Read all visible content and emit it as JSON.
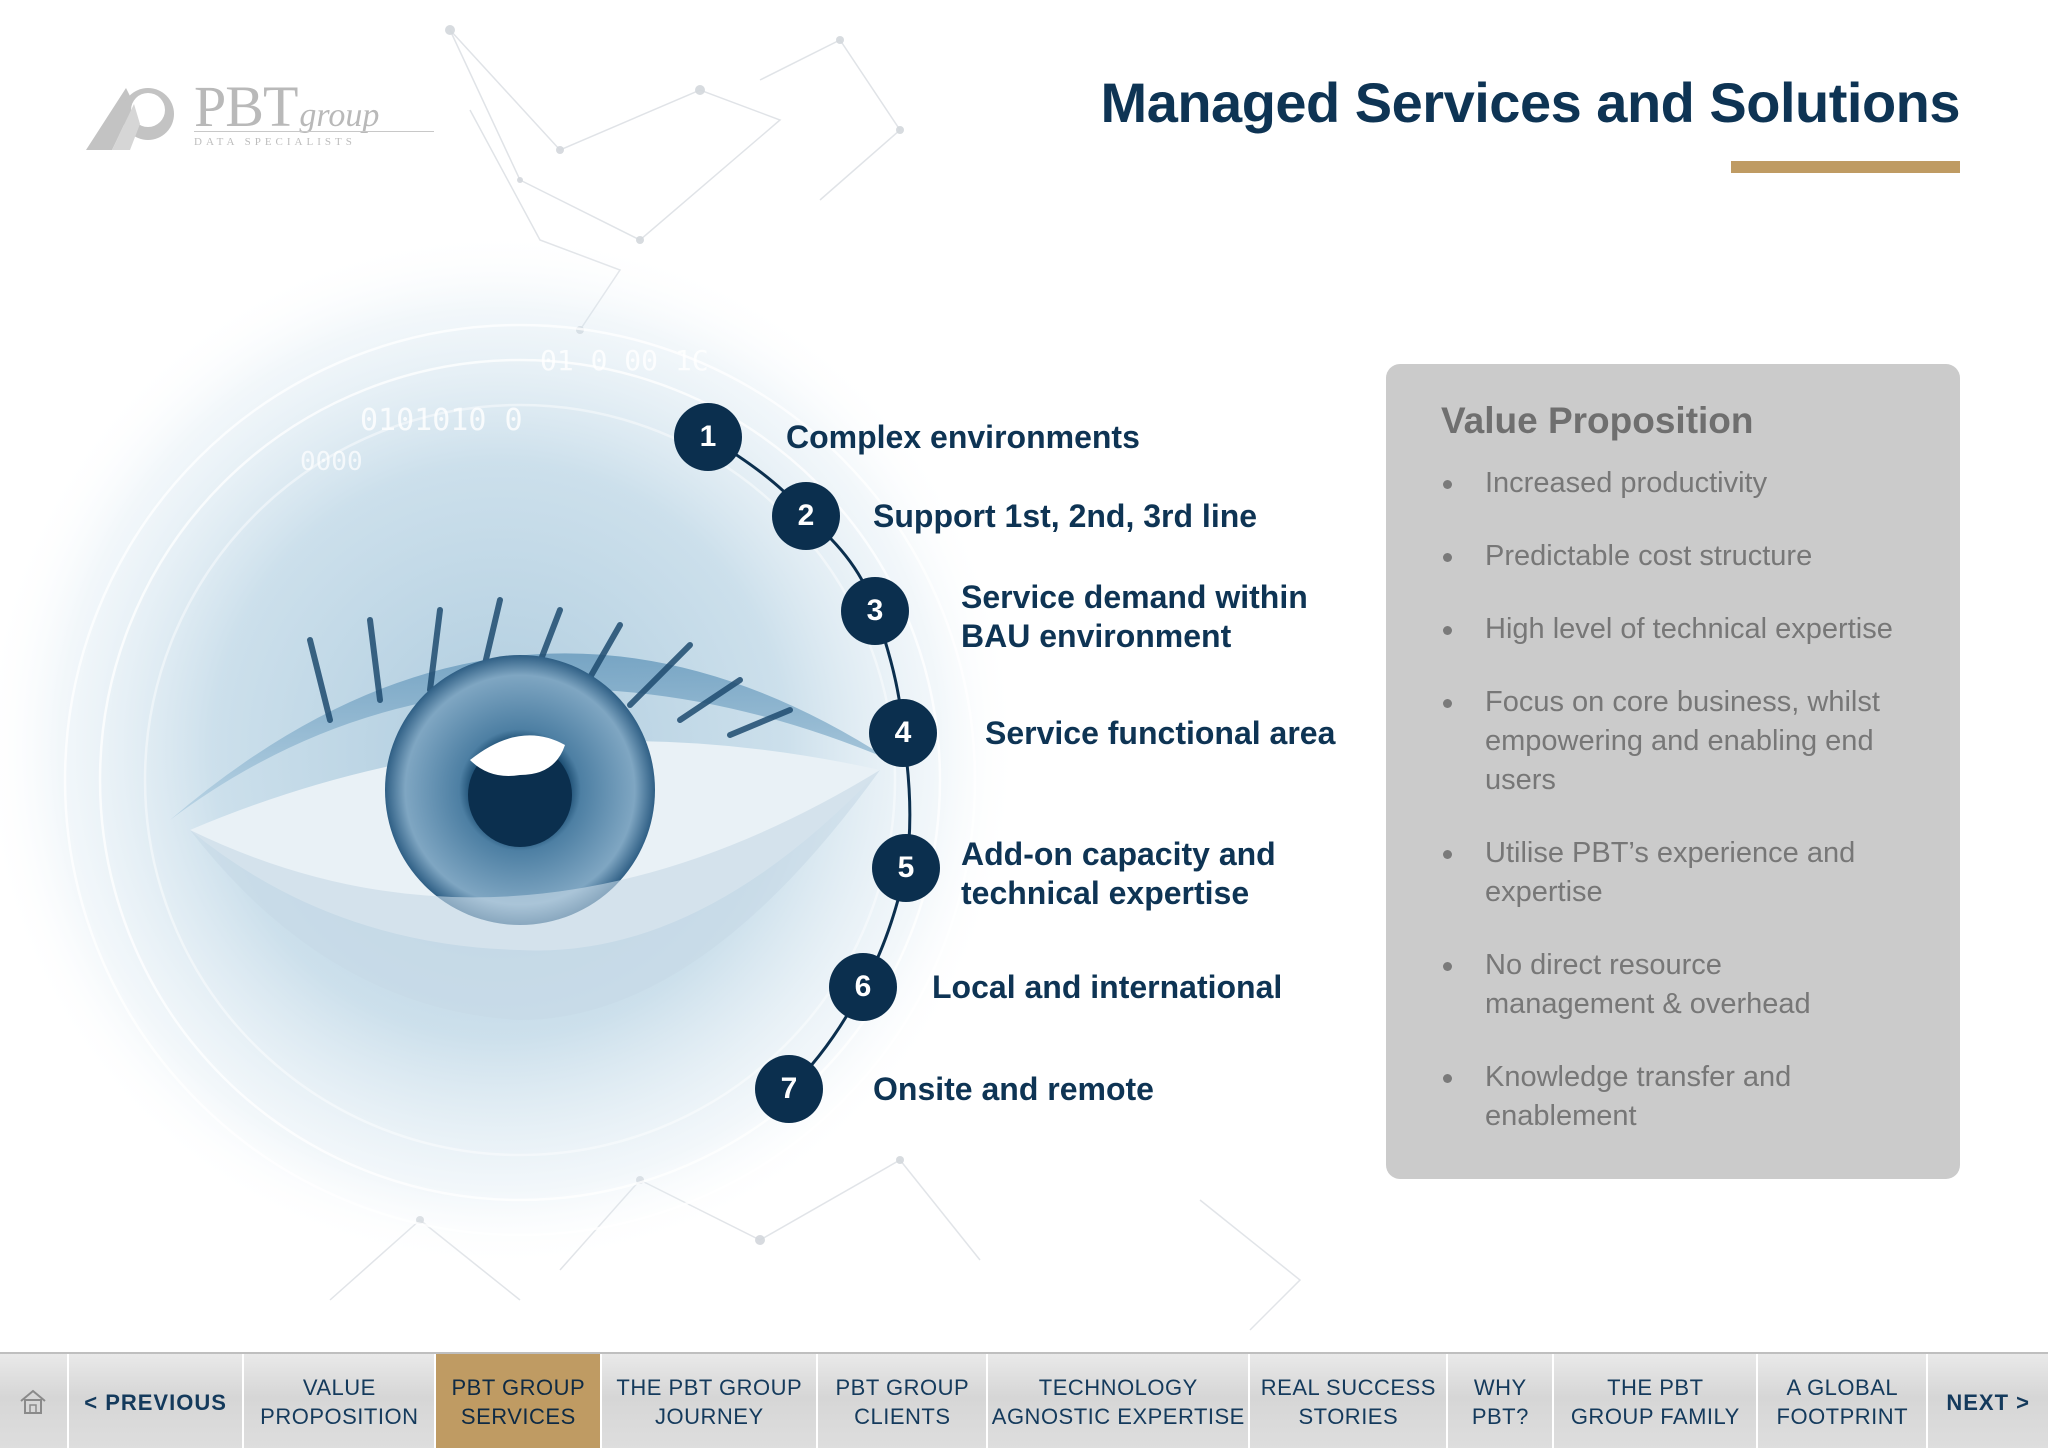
{
  "brand": {
    "name": "PBT",
    "name_suffix": "group",
    "tagline": "DATA SPECIALISTS",
    "accent_gold": "#bf9b63",
    "navy": "#0e3454"
  },
  "page": {
    "title": "Managed Services and Solutions"
  },
  "steps": [
    {
      "num": "1",
      "label": "Complex environments"
    },
    {
      "num": "2",
      "label": "Support 1st, 2nd, 3rd line"
    },
    {
      "num": "3",
      "label": "Service demand within\nBAU environment"
    },
    {
      "num": "4",
      "label": "Service functional area"
    },
    {
      "num": "5",
      "label": "Add-on capacity and\ntechnical expertise"
    },
    {
      "num": "6",
      "label": "Local and international"
    },
    {
      "num": "7",
      "label": "Onsite and remote"
    }
  ],
  "value_proposition": {
    "title": "Value Proposition",
    "items": [
      "Increased productivity",
      "Predictable cost structure",
      "High level of technical expertise",
      "Focus on core business, whilst empowering and enabling end users",
      "Utilise PBT’s experience and expertise",
      "No direct resource management & overhead",
      "Knowledge transfer and enablement"
    ]
  },
  "nav": {
    "home_icon": "home-icon",
    "previous": "< PREVIOUS",
    "next": "NEXT >",
    "items": [
      {
        "label": "VALUE\nPROPOSITION",
        "active": false
      },
      {
        "label": "PBT GROUP\nSERVICES",
        "active": true
      },
      {
        "label": "THE PBT GROUP\nJOURNEY",
        "active": false
      },
      {
        "label": "PBT GROUP\nCLIENTS",
        "active": false
      },
      {
        "label": "TECHNOLOGY\nAGNOSTIC  EXPERTISE",
        "active": false
      },
      {
        "label": "REAL SUCCESS\nSTORIES",
        "active": false
      },
      {
        "label": "WHY\nPBT?",
        "active": false
      },
      {
        "label": "THE PBT\nGROUP FAMILY",
        "active": false
      },
      {
        "label": "A GLOBAL\nFOOTPRINT",
        "active": false
      }
    ]
  }
}
